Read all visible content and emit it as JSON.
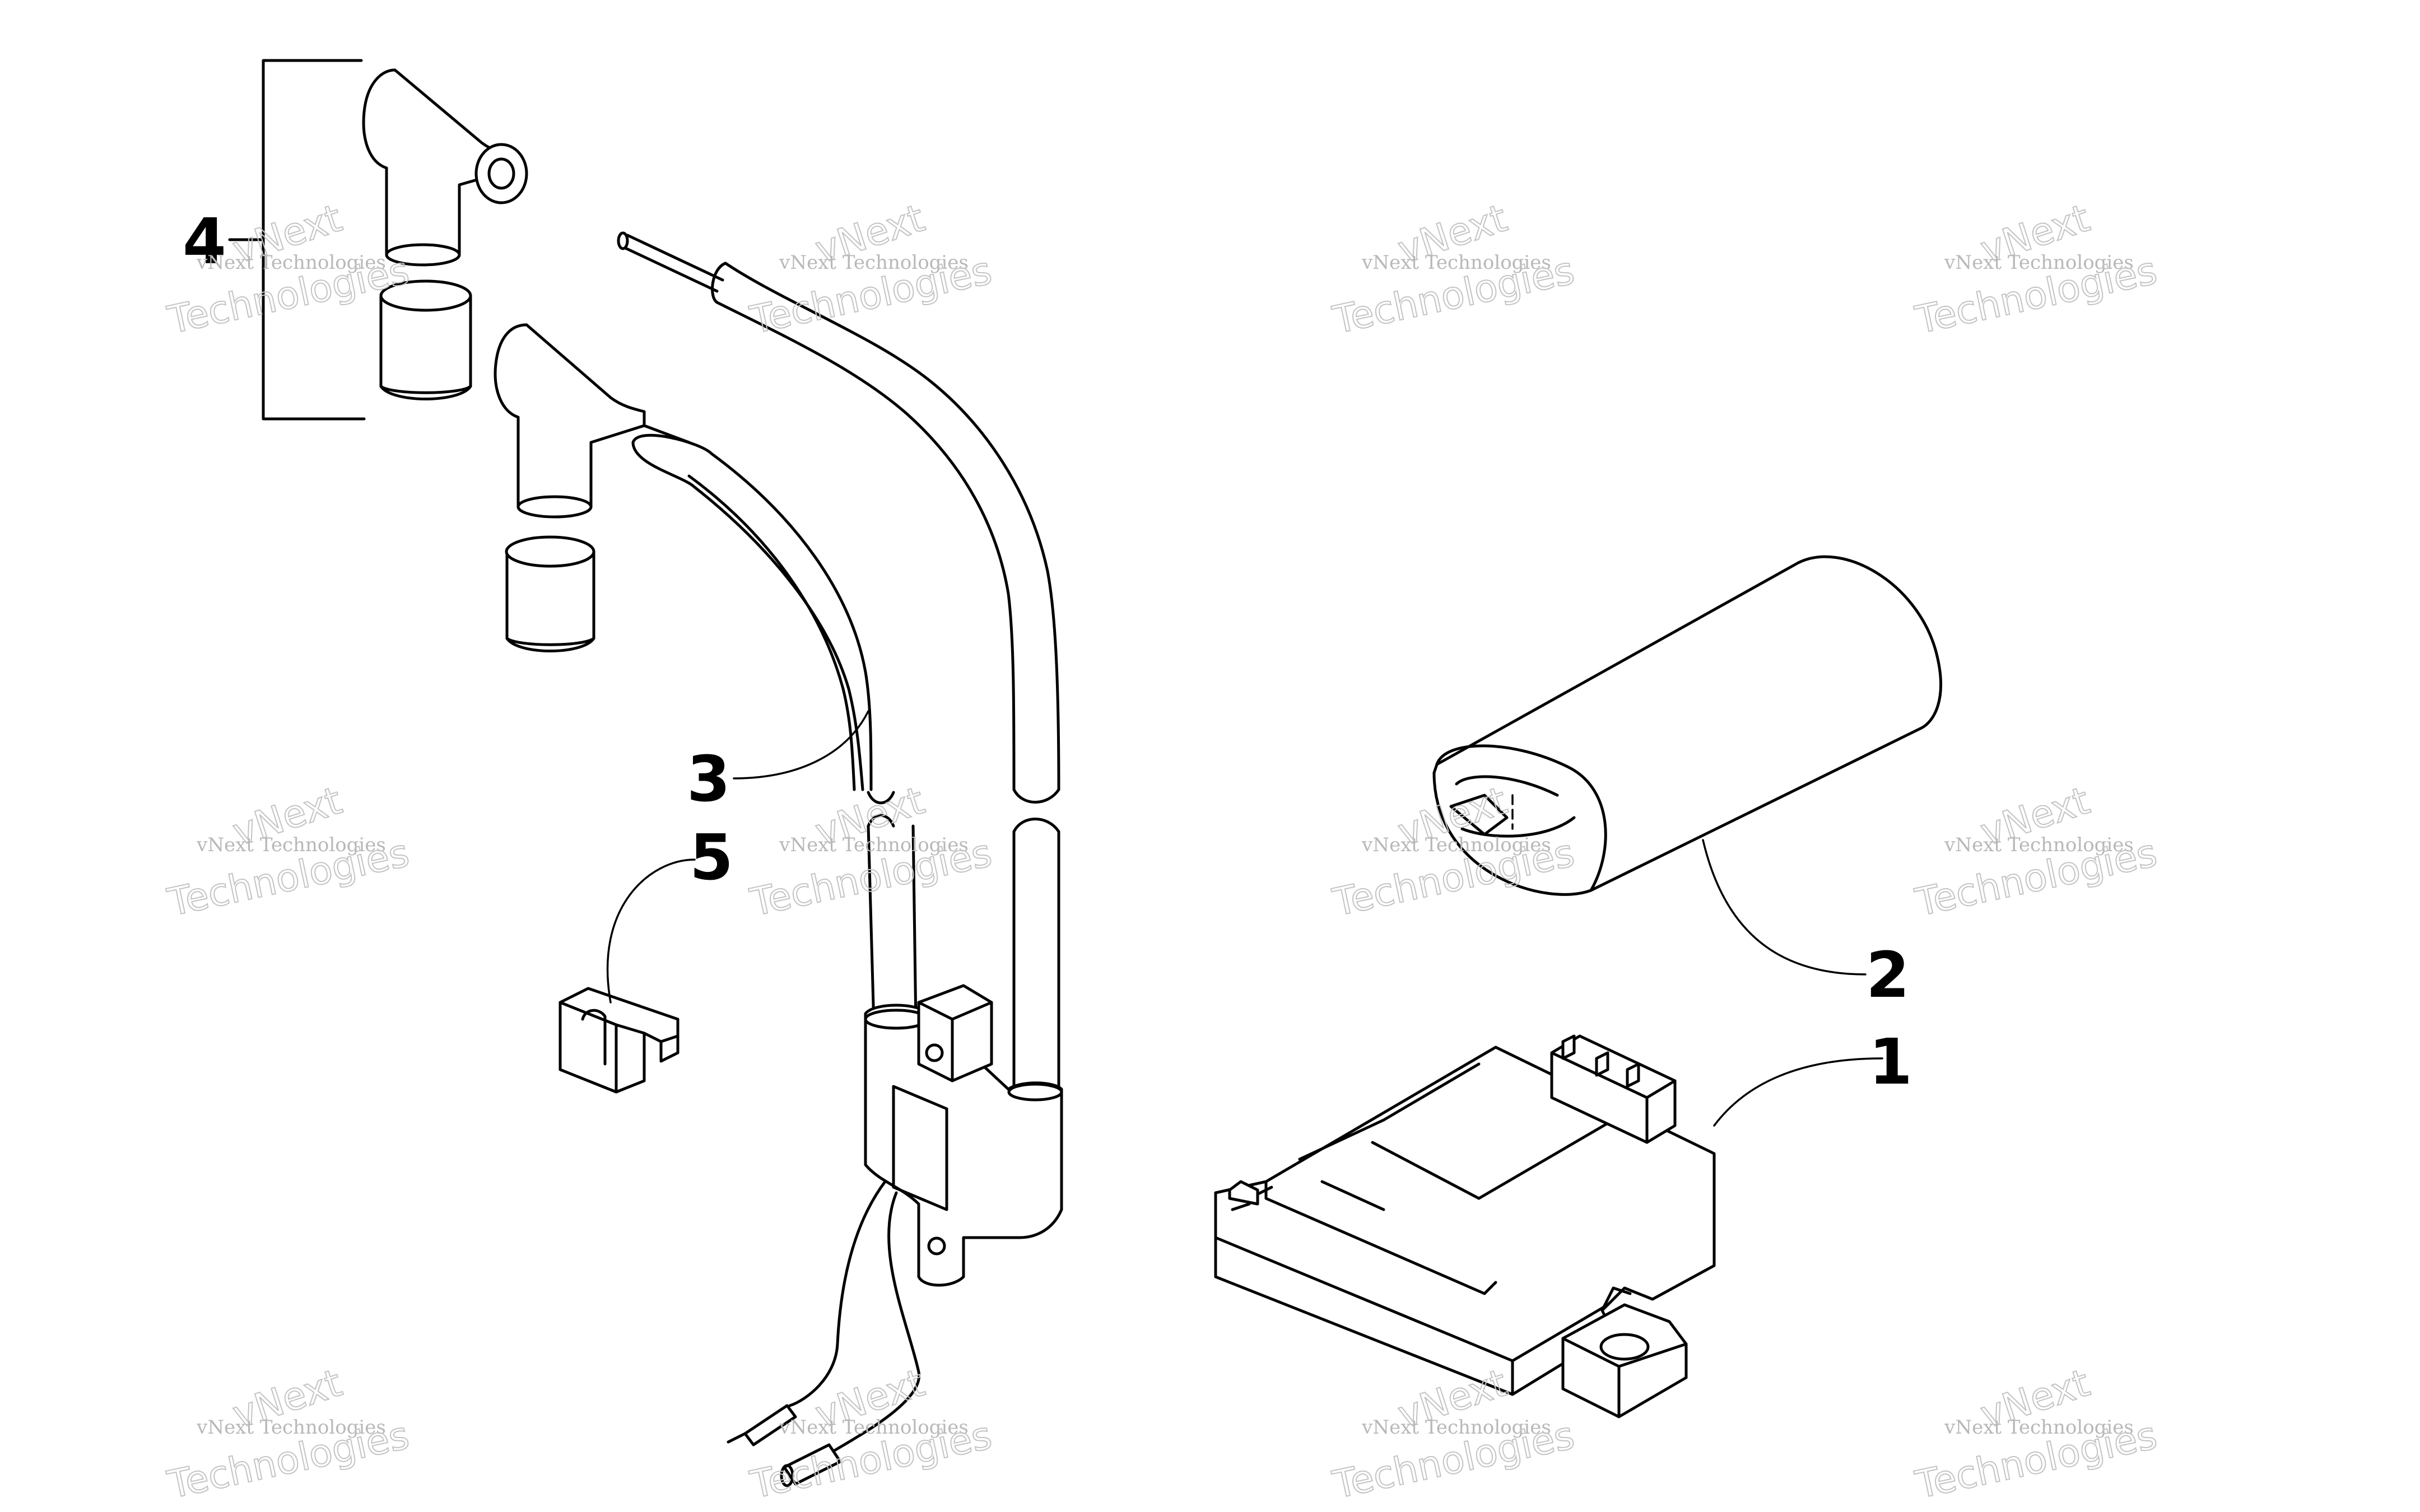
{
  "callouts": [
    {
      "label": "1"
    },
    {
      "label": "2"
    },
    {
      "label": "3"
    },
    {
      "label": "4"
    },
    {
      "label": "5"
    }
  ],
  "watermark": {
    "brand": "vNext",
    "line_small": "vNext Technologies",
    "line_large": "Technologies"
  }
}
